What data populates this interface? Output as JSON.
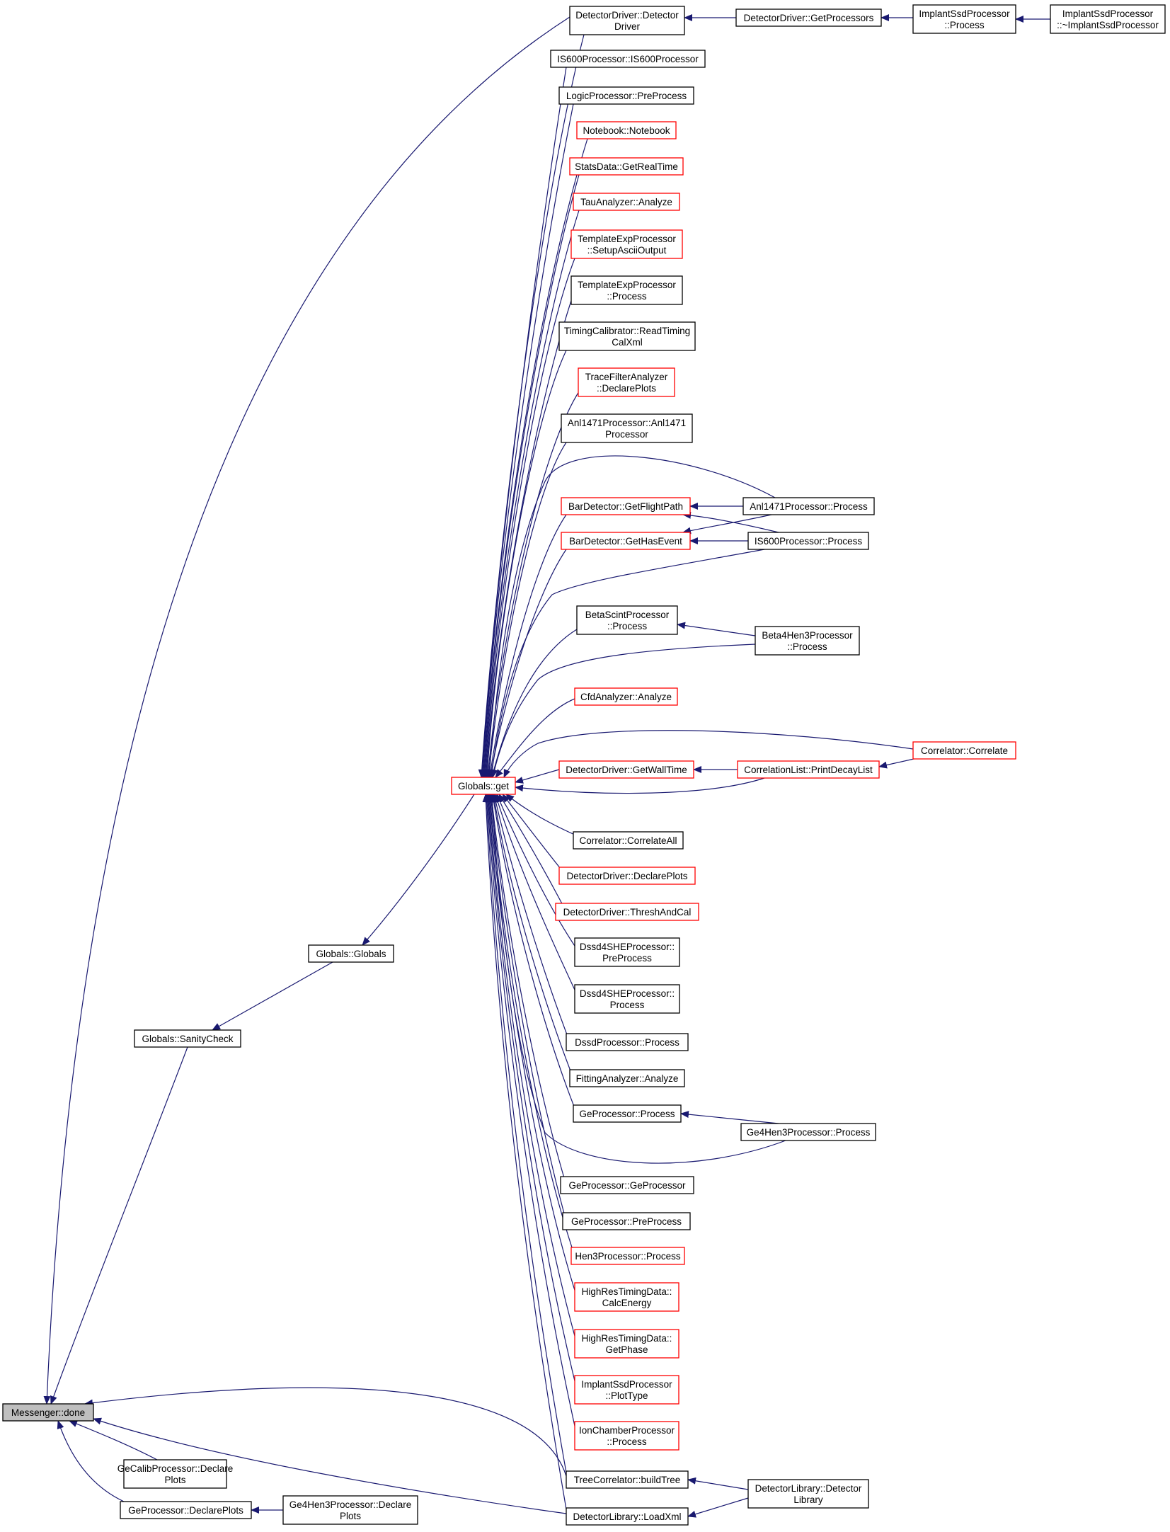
{
  "colors": {
    "edge": "#191970",
    "box_border_black": "#000000",
    "box_border_red": "#ff0000",
    "box_fill": "#ffffff",
    "focus_fill": "#bfbfbf",
    "text": "#000000"
  },
  "nodes": [
    {
      "id": "messenger_done",
      "lines": [
        "Messenger::done"
      ],
      "border": "black",
      "focus": true
    },
    {
      "id": "globals_sanitycheck",
      "lines": [
        "Globals::SanityCheck"
      ],
      "border": "black"
    },
    {
      "id": "gecalib_declareplots",
      "lines": [
        "GeCalibProcessor::Declare",
        "Plots"
      ],
      "border": "black"
    },
    {
      "id": "geproc_declareplots",
      "lines": [
        "GeProcessor::DeclarePlots"
      ],
      "border": "black"
    },
    {
      "id": "ge4hen3_declareplots",
      "lines": [
        "Ge4Hen3Processor::Declare",
        "Plots"
      ],
      "border": "black"
    },
    {
      "id": "globals_globals",
      "lines": [
        "Globals::Globals"
      ],
      "border": "black"
    },
    {
      "id": "globals_get",
      "lines": [
        "Globals::get"
      ],
      "border": "red"
    },
    {
      "id": "detdriver_ctor",
      "lines": [
        "DetectorDriver::Detector",
        "Driver"
      ],
      "border": "black"
    },
    {
      "id": "detdriver_getprocessors",
      "lines": [
        "DetectorDriver::GetProcessors"
      ],
      "border": "black"
    },
    {
      "id": "implantssd_process",
      "lines": [
        "ImplantSsdProcessor",
        "::Process"
      ],
      "border": "black"
    },
    {
      "id": "implantssd_dtor",
      "lines": [
        "ImplantSsdProcessor",
        "::~ImplantSsdProcessor"
      ],
      "border": "black"
    },
    {
      "id": "is600_ctor",
      "lines": [
        "IS600Processor::IS600Processor"
      ],
      "border": "black"
    },
    {
      "id": "logic_preprocess",
      "lines": [
        "LogicProcessor::PreProcess"
      ],
      "border": "black"
    },
    {
      "id": "notebook_ctor",
      "lines": [
        "Notebook::Notebook"
      ],
      "border": "red"
    },
    {
      "id": "statsdata_getrealtime",
      "lines": [
        "StatsData::GetRealTime"
      ],
      "border": "red"
    },
    {
      "id": "tauanalyzer_analyze",
      "lines": [
        "TauAnalyzer::Analyze"
      ],
      "border": "red"
    },
    {
      "id": "templateexp_setupascii",
      "lines": [
        "TemplateExpProcessor",
        "::SetupAsciiOutput"
      ],
      "border": "red"
    },
    {
      "id": "templateexp_process",
      "lines": [
        "TemplateExpProcessor",
        "::Process"
      ],
      "border": "black"
    },
    {
      "id": "timingcal_readxml",
      "lines": [
        "TimingCalibrator::ReadTiming",
        "CalXml"
      ],
      "border": "black"
    },
    {
      "id": "tracefilter_declareplots",
      "lines": [
        "TraceFilterAnalyzer",
        "::DeclarePlots"
      ],
      "border": "red"
    },
    {
      "id": "anl1471_ctor",
      "lines": [
        "Anl1471Processor::Anl1471",
        "Processor"
      ],
      "border": "black"
    },
    {
      "id": "bardet_getflightpath",
      "lines": [
        "BarDetector::GetFlightPath"
      ],
      "border": "red"
    },
    {
      "id": "anl1471_process",
      "lines": [
        "Anl1471Processor::Process"
      ],
      "border": "black"
    },
    {
      "id": "bardet_gethasevent",
      "lines": [
        "BarDetector::GetHasEvent"
      ],
      "border": "red"
    },
    {
      "id": "is600_process",
      "lines": [
        "IS600Processor::Process"
      ],
      "border": "black"
    },
    {
      "id": "betascint_process",
      "lines": [
        "BetaScintProcessor",
        "::Process"
      ],
      "border": "black"
    },
    {
      "id": "beta4hen3_process",
      "lines": [
        "Beta4Hen3Processor",
        "::Process"
      ],
      "border": "black"
    },
    {
      "id": "cfdanalyzer_analyze",
      "lines": [
        "CfdAnalyzer::Analyze"
      ],
      "border": "red"
    },
    {
      "id": "correlator_correlate",
      "lines": [
        "Correlator::Correlate"
      ],
      "border": "red"
    },
    {
      "id": "detdriver_getwalltime",
      "lines": [
        "DetectorDriver::GetWallTime"
      ],
      "border": "red"
    },
    {
      "id": "corrlist_printdecay",
      "lines": [
        "CorrelationList::PrintDecayList"
      ],
      "border": "red"
    },
    {
      "id": "correlator_correlateall",
      "lines": [
        "Correlator::CorrelateAll"
      ],
      "border": "black"
    },
    {
      "id": "detdriver_declareplots",
      "lines": [
        "DetectorDriver::DeclarePlots"
      ],
      "border": "red"
    },
    {
      "id": "detdriver_threshandcal",
      "lines": [
        "DetectorDriver::ThreshAndCal"
      ],
      "border": "red"
    },
    {
      "id": "dssd4she_preprocess",
      "lines": [
        "Dssd4SHEProcessor::",
        "PreProcess"
      ],
      "border": "black"
    },
    {
      "id": "dssd4she_process",
      "lines": [
        "Dssd4SHEProcessor::",
        "Process"
      ],
      "border": "black"
    },
    {
      "id": "dssd_process",
      "lines": [
        "DssdProcessor::Process"
      ],
      "border": "black"
    },
    {
      "id": "fitting_analyze",
      "lines": [
        "FittingAnalyzer::Analyze"
      ],
      "border": "black"
    },
    {
      "id": "geproc_process",
      "lines": [
        "GeProcessor::Process"
      ],
      "border": "black"
    },
    {
      "id": "ge4hen3_process",
      "lines": [
        "Ge4Hen3Processor::Process"
      ],
      "border": "black"
    },
    {
      "id": "geproc_ctor",
      "lines": [
        "GeProcessor::GeProcessor"
      ],
      "border": "black"
    },
    {
      "id": "geproc_preprocess",
      "lines": [
        "GeProcessor::PreProcess"
      ],
      "border": "black"
    },
    {
      "id": "hen3_process",
      "lines": [
        "Hen3Processor::Process"
      ],
      "border": "red"
    },
    {
      "id": "hrtd_calcenergy",
      "lines": [
        "HighResTimingData::",
        "CalcEnergy"
      ],
      "border": "red"
    },
    {
      "id": "hrtd_getphase",
      "lines": [
        "HighResTimingData::",
        "GetPhase"
      ],
      "border": "red"
    },
    {
      "id": "implantssd_plottype",
      "lines": [
        "ImplantSsdProcessor",
        "::PlotType"
      ],
      "border": "red"
    },
    {
      "id": "ionchamber_process",
      "lines": [
        "IonChamberProcessor",
        "::Process"
      ],
      "border": "red"
    },
    {
      "id": "treecorr_buildtree",
      "lines": [
        "TreeCorrelator::buildTree"
      ],
      "border": "black"
    },
    {
      "id": "detlib_loadxml",
      "lines": [
        "DetectorLibrary::LoadXml"
      ],
      "border": "black"
    },
    {
      "id": "detlib_ctor",
      "lines": [
        "DetectorLibrary::Detector",
        "Library"
      ],
      "border": "black"
    }
  ],
  "edges": [
    {
      "from": "globals_sanitycheck",
      "to": "messenger_done"
    },
    {
      "from": "gecalib_declareplots",
      "to": "messenger_done"
    },
    {
      "from": "geproc_declareplots",
      "to": "messenger_done"
    },
    {
      "from": "ge4hen3_declareplots",
      "to": "geproc_declareplots"
    },
    {
      "from": "detdriver_ctor",
      "to": "messenger_done"
    },
    {
      "from": "treecorr_buildtree",
      "to": "messenger_done"
    },
    {
      "from": "detlib_loadxml",
      "to": "messenger_done"
    },
    {
      "from": "globals_globals",
      "to": "globals_sanitycheck"
    },
    {
      "from": "globals_get",
      "to": "globals_globals"
    },
    {
      "from": "detdriver_getprocessors",
      "to": "detdriver_ctor"
    },
    {
      "from": "implantssd_process",
      "to": "detdriver_getprocessors"
    },
    {
      "from": "implantssd_dtor",
      "to": "implantssd_process"
    },
    {
      "from": "detdriver_ctor",
      "to": "globals_get"
    },
    {
      "from": "is600_ctor",
      "to": "globals_get"
    },
    {
      "from": "logic_preprocess",
      "to": "globals_get"
    },
    {
      "from": "notebook_ctor",
      "to": "globals_get"
    },
    {
      "from": "statsdata_getrealtime",
      "to": "globals_get"
    },
    {
      "from": "tauanalyzer_analyze",
      "to": "globals_get"
    },
    {
      "from": "templateexp_setupascii",
      "to": "globals_get"
    },
    {
      "from": "templateexp_process",
      "to": "globals_get"
    },
    {
      "from": "timingcal_readxml",
      "to": "globals_get"
    },
    {
      "from": "tracefilter_declareplots",
      "to": "globals_get"
    },
    {
      "from": "anl1471_ctor",
      "to": "globals_get"
    },
    {
      "from": "anl1471_process",
      "to": "globals_get"
    },
    {
      "from": "bardet_getflightpath",
      "to": "globals_get"
    },
    {
      "from": "anl1471_process",
      "to": "bardet_getflightpath"
    },
    {
      "from": "is600_process",
      "to": "bardet_getflightpath"
    },
    {
      "from": "bardet_gethasevent",
      "to": "globals_get"
    },
    {
      "from": "anl1471_process",
      "to": "bardet_gethasevent"
    },
    {
      "from": "is600_process",
      "to": "bardet_gethasevent"
    },
    {
      "from": "is600_process",
      "to": "globals_get"
    },
    {
      "from": "betascint_process",
      "to": "globals_get"
    },
    {
      "from": "beta4hen3_process",
      "to": "betascint_process"
    },
    {
      "from": "beta4hen3_process",
      "to": "globals_get"
    },
    {
      "from": "cfdanalyzer_analyze",
      "to": "globals_get"
    },
    {
      "from": "correlator_correlate",
      "to": "globals_get"
    },
    {
      "from": "correlator_correlate",
      "to": "corrlist_printdecay"
    },
    {
      "from": "detdriver_getwalltime",
      "to": "globals_get"
    },
    {
      "from": "corrlist_printdecay",
      "to": "detdriver_getwalltime"
    },
    {
      "from": "corrlist_printdecay",
      "to": "globals_get"
    },
    {
      "from": "correlator_correlateall",
      "to": "globals_get"
    },
    {
      "from": "detdriver_declareplots",
      "to": "globals_get"
    },
    {
      "from": "detdriver_threshandcal",
      "to": "globals_get"
    },
    {
      "from": "dssd4she_preprocess",
      "to": "globals_get"
    },
    {
      "from": "dssd4she_process",
      "to": "globals_get"
    },
    {
      "from": "dssd_process",
      "to": "globals_get"
    },
    {
      "from": "fitting_analyze",
      "to": "globals_get"
    },
    {
      "from": "geproc_process",
      "to": "globals_get"
    },
    {
      "from": "ge4hen3_process",
      "to": "geproc_process"
    },
    {
      "from": "ge4hen3_process",
      "to": "globals_get"
    },
    {
      "from": "geproc_ctor",
      "to": "globals_get"
    },
    {
      "from": "geproc_preprocess",
      "to": "globals_get"
    },
    {
      "from": "hen3_process",
      "to": "globals_get"
    },
    {
      "from": "hrtd_calcenergy",
      "to": "globals_get"
    },
    {
      "from": "hrtd_getphase",
      "to": "globals_get"
    },
    {
      "from": "implantssd_plottype",
      "to": "globals_get"
    },
    {
      "from": "ionchamber_process",
      "to": "globals_get"
    },
    {
      "from": "treecorr_buildtree",
      "to": "globals_get"
    },
    {
      "from": "detlib_loadxml",
      "to": "globals_get"
    },
    {
      "from": "detlib_ctor",
      "to": "treecorr_buildtree"
    },
    {
      "from": "detlib_ctor",
      "to": "detlib_loadxml"
    }
  ]
}
